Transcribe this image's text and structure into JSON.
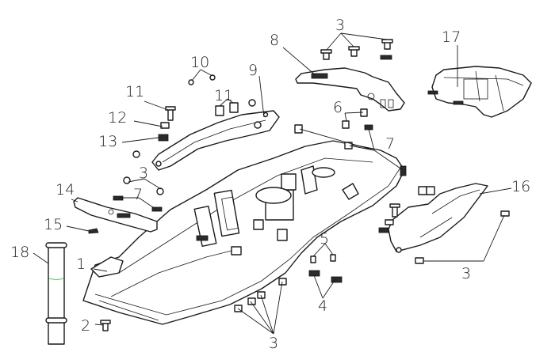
{
  "diagram": {
    "type": "exploded-parts-diagram",
    "subject": "Motorcycle rear fender / inner undertray assembly",
    "accent_color": "#4cd24c",
    "line_color": "#1a1a1a",
    "callouts": [
      {
        "id": "c1",
        "label": "1",
        "part": "rear inner fender / undertray"
      },
      {
        "id": "c2",
        "label": "2",
        "part": "bolt"
      },
      {
        "id": "c3a",
        "label": "3",
        "part": "bolts (top bracket, x3)"
      },
      {
        "id": "c3b",
        "label": "3",
        "part": "bolts (left bracket, x2)"
      },
      {
        "id": "c3c",
        "label": "3",
        "part": "bolts (bottom, x4)"
      },
      {
        "id": "c3d",
        "label": "3",
        "part": "bolts (side panel, x2)"
      },
      {
        "id": "c4",
        "label": "4",
        "part": "clip nuts (x2)"
      },
      {
        "id": "c5",
        "label": "5",
        "part": "screws (x2)"
      },
      {
        "id": "c6",
        "label": "6",
        "part": "grommets (x2)"
      },
      {
        "id": "c7a",
        "label": "7",
        "part": "clip nuts (fender top)"
      },
      {
        "id": "c7b",
        "label": "7",
        "part": "clip nuts (bracket 14)"
      },
      {
        "id": "c8",
        "label": "8",
        "part": "tail light bracket"
      },
      {
        "id": "c9",
        "label": "9",
        "part": "left side rail cover"
      },
      {
        "id": "c10",
        "label": "10",
        "part": "screws (x2)"
      },
      {
        "id": "c11a",
        "label": "11",
        "part": "bolt"
      },
      {
        "id": "c11b",
        "label": "11",
        "part": "clip nuts (x2)"
      },
      {
        "id": "c12",
        "label": "12",
        "part": "collar"
      },
      {
        "id": "c13",
        "label": "13",
        "part": "clip nut"
      },
      {
        "id": "c14",
        "label": "14",
        "part": "mounting plate"
      },
      {
        "id": "c15",
        "label": "15",
        "part": "small clip"
      },
      {
        "id": "c16",
        "label": "16",
        "part": "right side cover"
      },
      {
        "id": "c17",
        "label": "17",
        "part": "tail light assembly"
      },
      {
        "id": "c18",
        "label": "18",
        "part": "rubber strap"
      }
    ]
  }
}
